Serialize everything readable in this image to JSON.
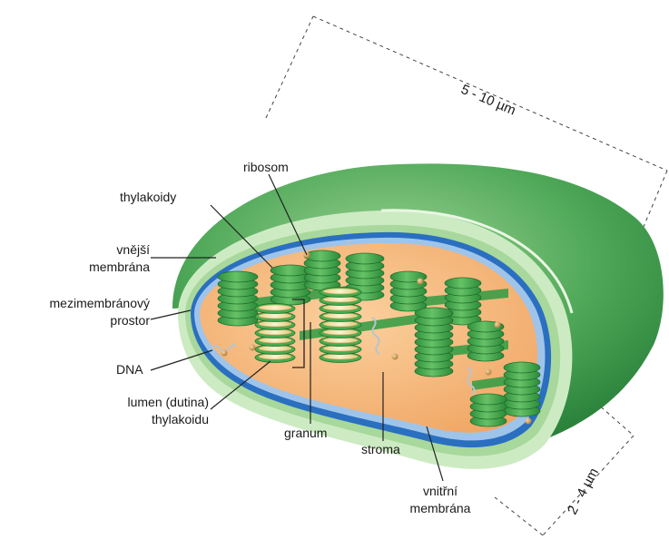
{
  "labels": {
    "ribosome": "ribosom",
    "thylakoids": "thylakoidy",
    "outer_membrane": [
      "vnější",
      "membrána"
    ],
    "intermembrane_space": [
      "mezimembránový",
      "prostor"
    ],
    "dna": "DNA",
    "lumen": [
      "lumen (dutina)",
      "thylakoidu"
    ],
    "granum": "granum",
    "stroma": "stroma",
    "inner_membrane": [
      "vnitřní",
      "membrána"
    ]
  },
  "dimensions": {
    "length": "5 - 10 µm",
    "width": "2 - 4 µm"
  },
  "colors": {
    "outer_shell": "#3f9a4a",
    "outer_shell_light": "#7cc27a",
    "membrane_pale": "#cdebc3",
    "inner_membrane_blue": "#2a6fc0",
    "stroma": "#f3b27a",
    "thylakoid": "#3aa84a",
    "lumen": "#f4e7b8",
    "ribosome": "#c8924a"
  }
}
